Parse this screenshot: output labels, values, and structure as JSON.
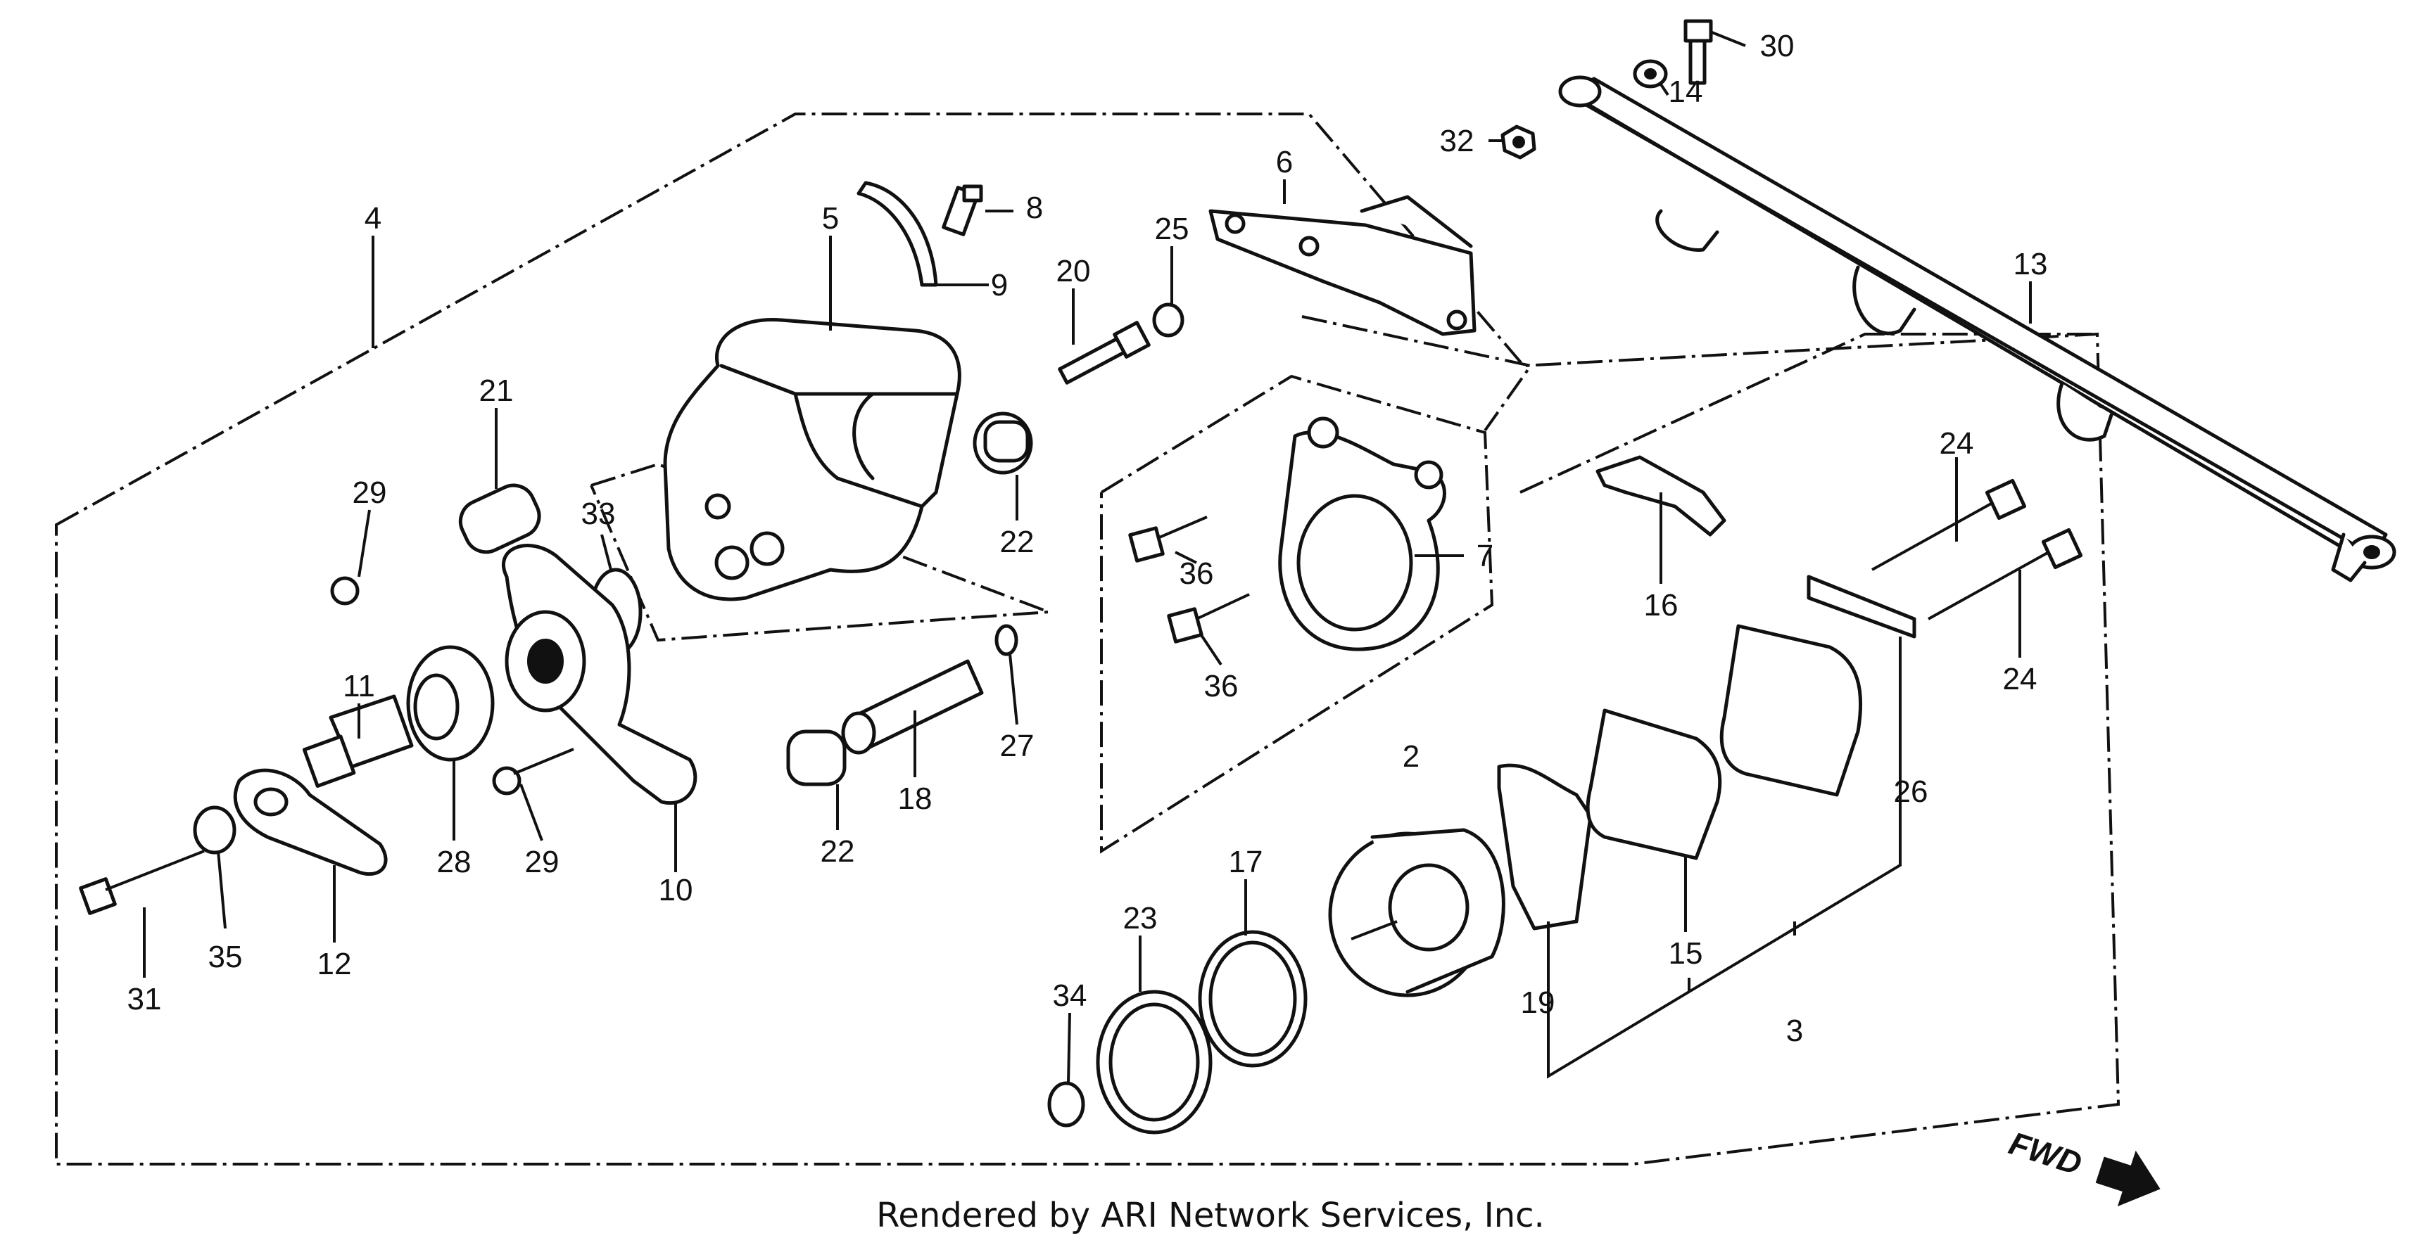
{
  "callouts": [
    {
      "num": "2"
    },
    {
      "num": "3"
    },
    {
      "num": "4"
    },
    {
      "num": "5"
    },
    {
      "num": "6"
    },
    {
      "num": "7"
    },
    {
      "num": "8"
    },
    {
      "num": "9"
    },
    {
      "num": "10"
    },
    {
      "num": "11"
    },
    {
      "num": "12"
    },
    {
      "num": "13"
    },
    {
      "num": "14"
    },
    {
      "num": "15"
    },
    {
      "num": "16"
    },
    {
      "num": "17"
    },
    {
      "num": "18"
    },
    {
      "num": "19"
    },
    {
      "num": "20"
    },
    {
      "num": "21"
    },
    {
      "num": "22"
    },
    {
      "num": "22"
    },
    {
      "num": "23"
    },
    {
      "num": "24"
    },
    {
      "num": "24"
    },
    {
      "num": "25"
    },
    {
      "num": "26"
    },
    {
      "num": "27"
    },
    {
      "num": "28"
    },
    {
      "num": "29"
    },
    {
      "num": "29"
    },
    {
      "num": "30"
    },
    {
      "num": "31"
    },
    {
      "num": "32"
    },
    {
      "num": "33"
    },
    {
      "num": "34"
    },
    {
      "num": "35"
    },
    {
      "num": "36"
    },
    {
      "num": "36"
    }
  ],
  "direction_label": "FWD",
  "credit": "Rendered by ARI Network Services, Inc."
}
